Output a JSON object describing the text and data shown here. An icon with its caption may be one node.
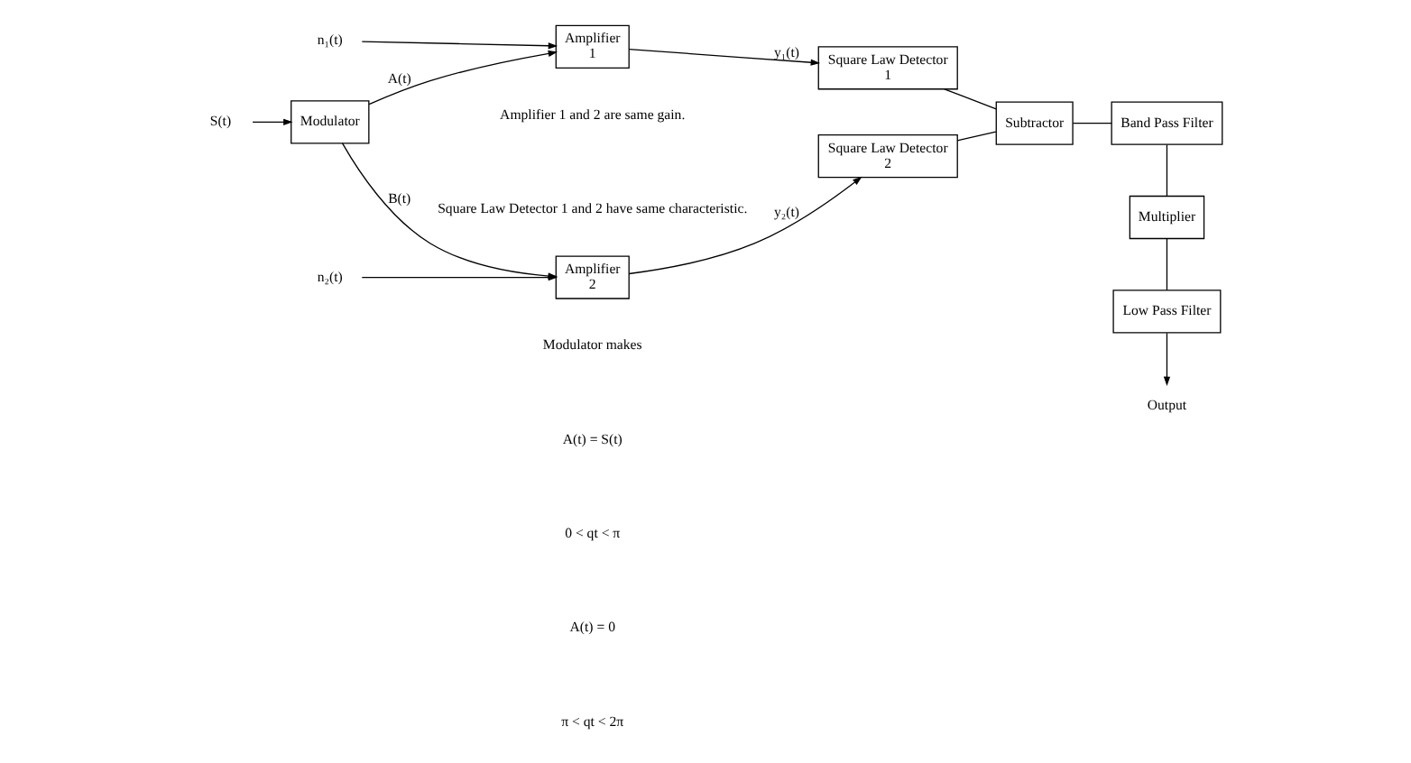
{
  "diagram": {
    "nodes": [
      {
        "text": [
          "S(t)"
        ]
      },
      {
        "text": [
          "Modulator"
        ]
      },
      {
        "text": [
          "Amplifier",
          "1"
        ]
      },
      {
        "text": [
          "Square Law Detector",
          "1"
        ]
      },
      {
        "text": [
          "Amplifier",
          "2"
        ]
      },
      {
        "text": [
          "Square Law Detector",
          "2"
        ]
      },
      {
        "text": [
          "Subtractor"
        ]
      },
      {
        "text": [
          "Band Pass Filter"
        ]
      },
      {
        "text": [
          "Multiplier"
        ]
      },
      {
        "text": [
          "Low Pass Filter"
        ]
      },
      {
        "text": [
          "Output"
        ]
      },
      {
        "text": [
          "n₁(t)"
        ]
      },
      {
        "text": [
          "n₂(t)"
        ]
      }
    ],
    "edges": [
      {
        "from": 0,
        "to": 1,
        "arrow": "to"
      },
      {
        "from": 1,
        "to": 2,
        "arrow": "to",
        "label": "A(t)"
      },
      {
        "from": 1,
        "to": 4,
        "arrow": "to",
        "label": "B(t)"
      },
      {
        "from": 2,
        "to": 3,
        "arrow": "to",
        "label": "y₁(t)"
      },
      {
        "from": 4,
        "to": 5,
        "arrow": "to",
        "label": "y₂(t)"
      },
      {
        "from": 3,
        "to": 6,
        "arrow": "none"
      },
      {
        "from": 5,
        "to": 6,
        "arrow": "none"
      },
      {
        "from": 6,
        "to": 7,
        "arrow": "none"
      },
      {
        "from": 7,
        "to": 8,
        "arrow": "none"
      },
      {
        "from": 8,
        "to": 9,
        "arrow": "none"
      },
      {
        "from": 9,
        "to": 10,
        "arrow": "to"
      },
      {
        "from": 11,
        "to": 2,
        "arrow": "to"
      },
      {
        "from": 12,
        "to": 4,
        "arrow": "to"
      }
    ],
    "labels": [
      "Amplifier 1 and 2 are same gain.",
      "Square Law Detector 1 and 2 have same characteristic.",
      "Modulator makes",
      "A(t) = S(t)",
      "0 < qt < π",
      "A(t) = 0",
      "π < qt < 2π"
    ]
  }
}
